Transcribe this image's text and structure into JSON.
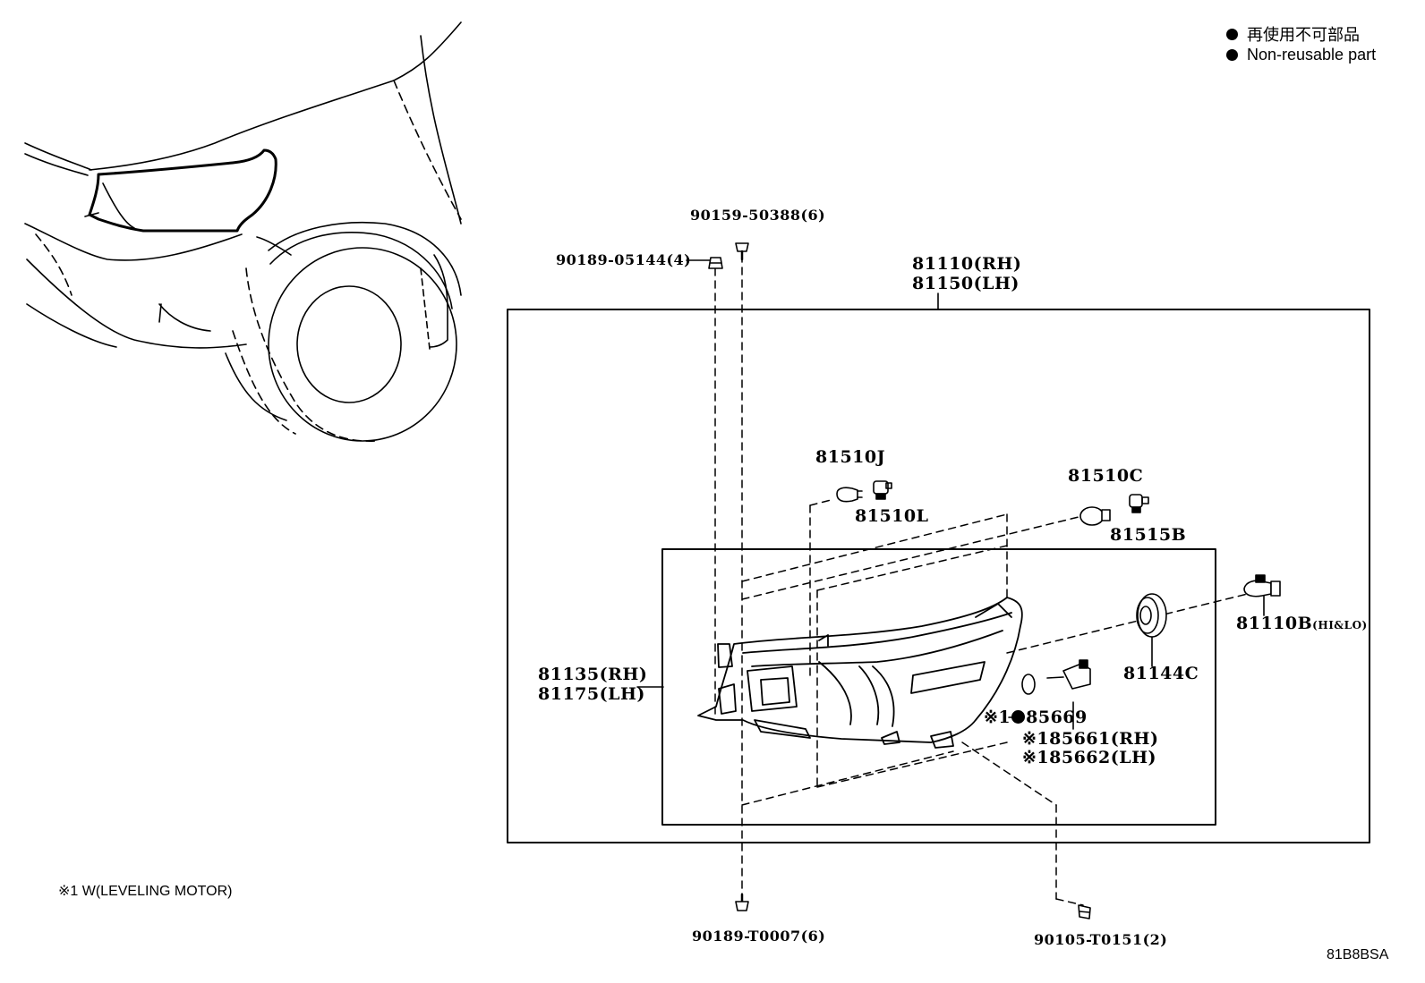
{
  "legend": {
    "non_reusable_ja": "再使用不可部品",
    "non_reusable_en": "Non-reusable part"
  },
  "footnote": "※1 W(LEVELING MOTOR)",
  "diagram_code": "81B8BSA",
  "parts": {
    "screw_top": "90159-50388(6)",
    "nut_top": "90189-05144(4)",
    "assy_rh": "81110(RH)",
    "assy_lh": "81150(LH)",
    "bulb_j": "81510J",
    "socket_l": "81510L",
    "bulb_c": "81510C",
    "socket_b": "81515B",
    "bulb_hilo_num": "81110B",
    "bulb_hilo_suffix": "(HI&LO)",
    "cover": "81144C",
    "gasket_prefix": "※1",
    "gasket": "85669",
    "motor_rh": "※185661(RH)",
    "motor_lh": "※185662(LH)",
    "housing_rh": "81135(RH)",
    "housing_lh": "81175(LH)",
    "nut_bottom": "90189-T0007(6)",
    "screw_bottom": "90105-T0151(2)"
  },
  "colors": {
    "ink": "#000000",
    "paper": "#ffffff"
  }
}
